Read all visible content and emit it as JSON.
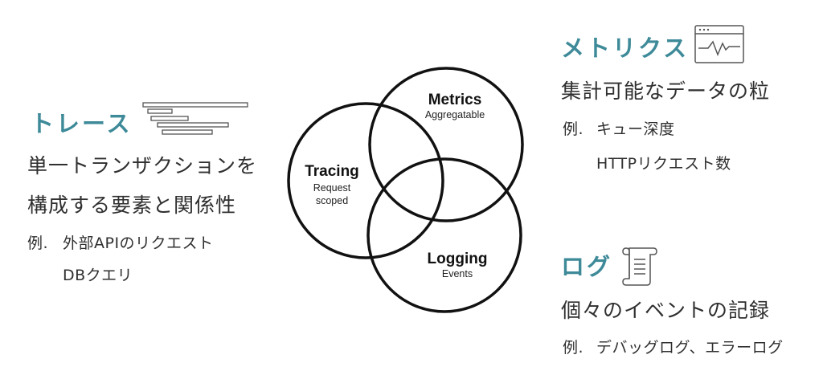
{
  "accent_color": "#3e8a99",
  "tracing": {
    "title": "トレース",
    "desc_line1": "単一トランザクションを",
    "desc_line2": "構成する要素と関係性",
    "ex_prefix": "例.",
    "ex1": "外部APIのリクエスト",
    "ex2": "DBクエリ",
    "icon": "stacked-bars-icon"
  },
  "metrics": {
    "title": "メトリクス",
    "desc": "集計可能なデータの粒",
    "ex_prefix": "例.",
    "ex1": "キュー深度",
    "ex2": "HTTPリクエスト数",
    "icon": "monitor-waveform-icon"
  },
  "logging": {
    "title": "ログ",
    "desc": "個々のイベントの記録",
    "ex_prefix": "例.",
    "ex1": "デバッグログ、エラーログ",
    "icon": "scroll-document-icon"
  },
  "venn": {
    "metrics_label": "Metrics",
    "metrics_sub": "Aggregatable",
    "tracing_label": "Tracing",
    "tracing_sub1": "Request",
    "tracing_sub2": "scoped",
    "logging_label": "Logging",
    "logging_sub": "Events"
  }
}
